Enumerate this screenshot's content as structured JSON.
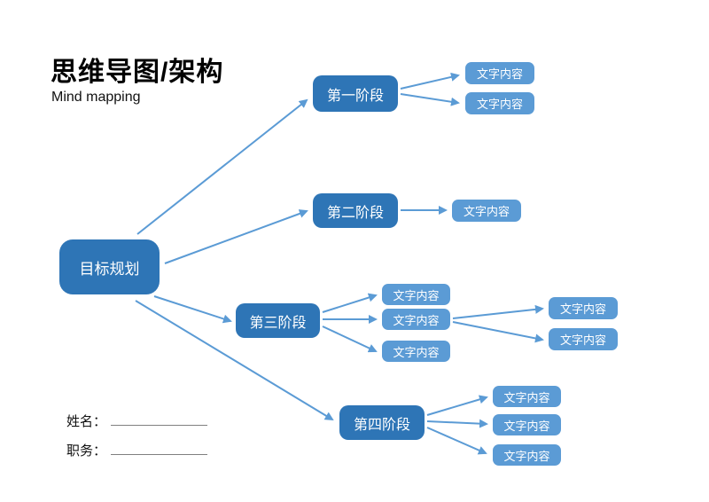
{
  "page": {
    "title": "思维导图/架构",
    "subtitle": "Mind mapping"
  },
  "diagram": {
    "root": {
      "label": "目标规划"
    },
    "stages": [
      {
        "label": "第一阶段",
        "children": [
          {
            "label": "文字内容"
          },
          {
            "label": "文字内容"
          }
        ]
      },
      {
        "label": "第二阶段",
        "children": [
          {
            "label": "文字内容"
          }
        ]
      },
      {
        "label": "第三阶段",
        "children": [
          {
            "label": "文字内容"
          },
          {
            "label": "文字内容",
            "children": [
              {
                "label": "文字内容"
              },
              {
                "label": "文字内容"
              }
            ]
          },
          {
            "label": "文字内容"
          }
        ]
      },
      {
        "label": "第四阶段",
        "children": [
          {
            "label": "文字内容"
          },
          {
            "label": "文字内容"
          },
          {
            "label": "文字内容"
          }
        ]
      }
    ]
  },
  "signature": {
    "name_label": "姓名：",
    "role_label": "职务："
  },
  "colors": {
    "primary_node": "#2E75B6",
    "secondary_node": "#5B9BD5",
    "arrow": "#5B9BD5",
    "title_text": "#000000",
    "node_text": "#FFFFFF"
  }
}
